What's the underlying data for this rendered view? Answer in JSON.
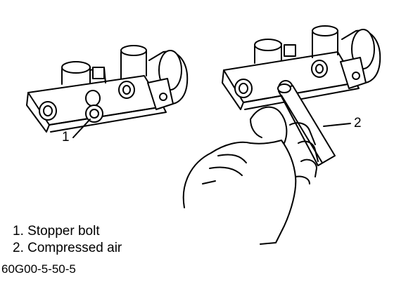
{
  "callouts": {
    "one": "1",
    "two": "2"
  },
  "legend": [
    {
      "num": "1.",
      "text": "Stopper bolt"
    },
    {
      "num": "2.",
      "text": "Compressed air"
    }
  ],
  "figure_code": "60G00-5-50-5"
}
